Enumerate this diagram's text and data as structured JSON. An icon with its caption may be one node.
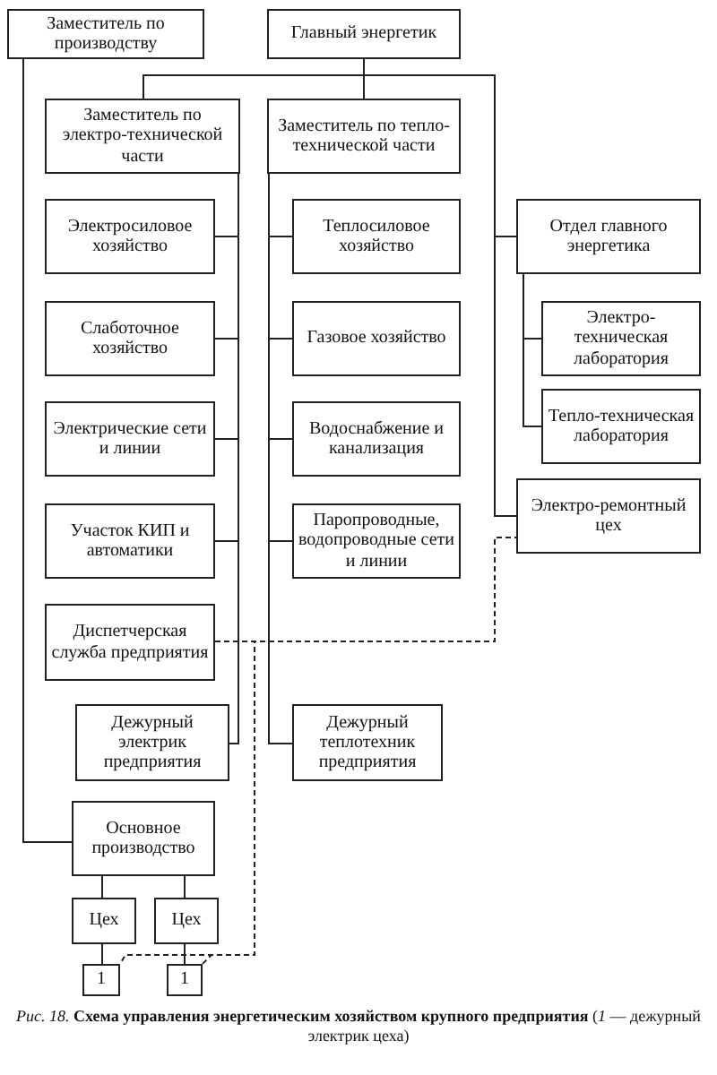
{
  "diagram": {
    "caption": "*Рис. 18.* **Схема управления энергетическим хозяйством крупного предприятия** (*1* — дежурный электрик цеха)",
    "nodes": [
      {
        "text": [
          "Заместитель по производству"
        ]
      },
      {
        "text": [
          "Главный энергетик"
        ]
      },
      {
        "text": [
          "Заместитель по электро-технической части"
        ]
      },
      {
        "text": [
          "Заместитель по тепло-технической части"
        ]
      },
      {
        "text": [
          "Электросиловое хозяйство"
        ]
      },
      {
        "text": [
          "Слаботочное хозяйство"
        ]
      },
      {
        "text": [
          "Электрические сети и линии"
        ]
      },
      {
        "text": [
          "Участок КИП и автоматики"
        ]
      },
      {
        "text": [
          "Диспетчерская служба предприятия"
        ]
      },
      {
        "text": [
          "Дежурный электрик предприятия"
        ]
      },
      {
        "text": [
          "Теплосиловое хозяйство"
        ]
      },
      {
        "text": [
          "Газовое хозяйство"
        ]
      },
      {
        "text": [
          "Водоснабжение и канализация"
        ]
      },
      {
        "text": [
          "Паропроводные, водопроводные сети и линии"
        ]
      },
      {
        "text": [
          "Дежурный теплотехник предприятия"
        ]
      },
      {
        "text": [
          "Отдел главного энергетика"
        ]
      },
      {
        "text": [
          "Электро-техническая лаборатория"
        ]
      },
      {
        "text": [
          "Тепло-техническая лаборатория"
        ]
      },
      {
        "text": [
          "Электро-ремонтный цех"
        ]
      },
      {
        "text": [
          "Основное производство"
        ]
      },
      {
        "text": [
          "Цех"
        ]
      },
      {
        "text": [
          "Цех"
        ]
      },
      {
        "text": [
          "1"
        ]
      },
      {
        "text": [
          "1"
        ]
      }
    ],
    "edges": [
      {
        "from": 0,
        "to": 19,
        "arrow": "none"
      },
      {
        "from": 1,
        "to": 2,
        "arrow": "none"
      },
      {
        "from": 1,
        "to": 3,
        "arrow": "none"
      },
      {
        "from": 1,
        "to": 15,
        "arrow": "none"
      },
      {
        "from": 1,
        "to": 18,
        "arrow": "none"
      },
      {
        "from": 2,
        "to": 4,
        "arrow": "none"
      },
      {
        "from": 2,
        "to": 5,
        "arrow": "none"
      },
      {
        "from": 2,
        "to": 6,
        "arrow": "none"
      },
      {
        "from": 2,
        "to": 7,
        "arrow": "none"
      },
      {
        "from": 2,
        "to": 9,
        "arrow": "none"
      },
      {
        "from": 3,
        "to": 10,
        "arrow": "none"
      },
      {
        "from": 3,
        "to": 11,
        "arrow": "none"
      },
      {
        "from": 3,
        "to": 12,
        "arrow": "none"
      },
      {
        "from": 3,
        "to": 13,
        "arrow": "none"
      },
      {
        "from": 3,
        "to": 14,
        "arrow": "none"
      },
      {
        "from": 15,
        "to": 16,
        "arrow": "none"
      },
      {
        "from": 15,
        "to": 17,
        "arrow": "none"
      },
      {
        "from": 19,
        "to": 20,
        "arrow": "none"
      },
      {
        "from": 19,
        "to": 21,
        "arrow": "none"
      },
      {
        "from": 20,
        "to": 22,
        "arrow": "none"
      },
      {
        "from": 21,
        "to": 23,
        "arrow": "none"
      },
      {
        "from": 8,
        "to": 18,
        "arrow": "none",
        "style": "dashed"
      },
      {
        "from": 8,
        "to": 22,
        "arrow": "none",
        "style": "dashed"
      },
      {
        "from": 8,
        "to": 23,
        "arrow": "none",
        "style": "dashed"
      }
    ]
  }
}
